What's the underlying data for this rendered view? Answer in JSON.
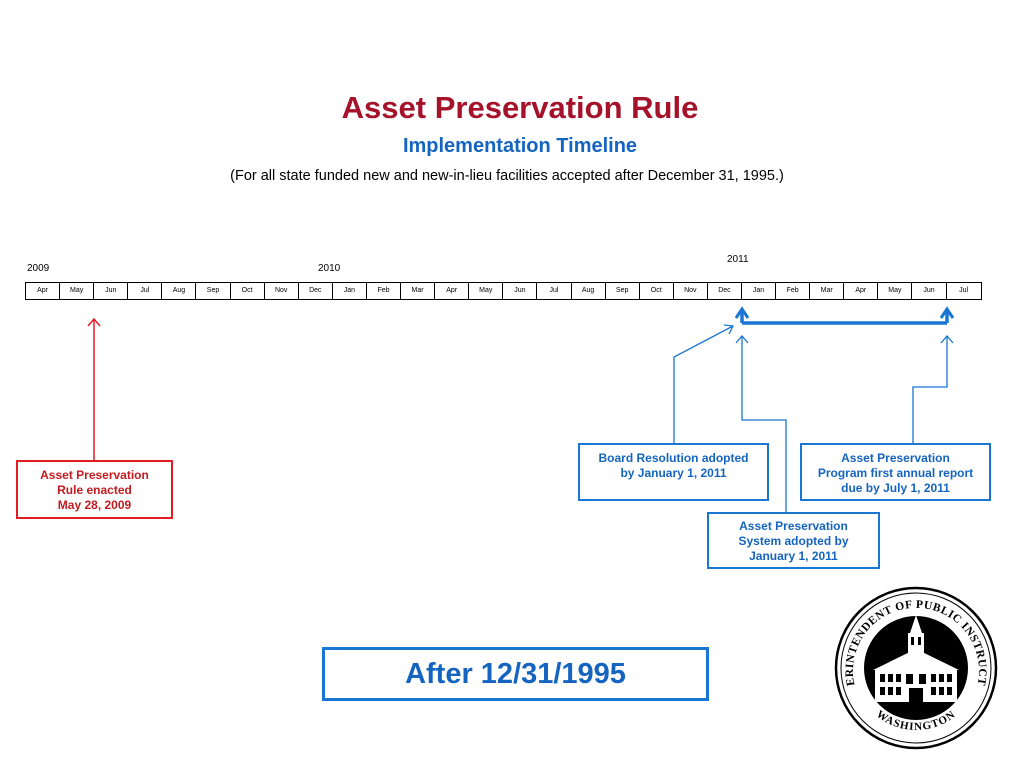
{
  "header": {
    "title": "Asset Preservation Rule",
    "subtitle": "Implementation Timeline",
    "note": "(For all state funded new and new-in-lieu facilities accepted after December 31, 1995.)"
  },
  "timeline": {
    "years": [
      "2009",
      "2010",
      "2011"
    ],
    "months": [
      "Apr",
      "May",
      "Jun",
      "Jul",
      "Aug",
      "Sep",
      "Oct",
      "Nov",
      "Dec",
      "Jan",
      "Feb",
      "Mar",
      "Apr",
      "May",
      "Jun",
      "Jul",
      "Aug",
      "Sep",
      "Oct",
      "Nov",
      "Dec",
      "Jan",
      "Feb",
      "Mar",
      "Apr",
      "May",
      "Jun",
      "Jul"
    ]
  },
  "callouts": {
    "rule_enacted": [
      "Asset Preservation",
      "Rule enacted",
      "May 28, 2009"
    ],
    "board_resolution": [
      "Board Resolution  adopted",
      "by  January 1, 2011"
    ],
    "system_adopted": [
      "Asset  Preservation",
      "System adopted by",
      "January 1, 2011"
    ],
    "annual_report": [
      "Asset  Preservation",
      "Program first annual report",
      "due by July 1, 2011"
    ]
  },
  "banner": "After 12/31/1995",
  "seal": {
    "top_text": "SUPERINTENDENT OF PUBLIC INSTRUCTION",
    "bottom_text": "WASHINGTON"
  },
  "colors": {
    "title_red": "#a5122a",
    "accent_blue": "#1976d2",
    "alert_red": "#e31b23"
  }
}
